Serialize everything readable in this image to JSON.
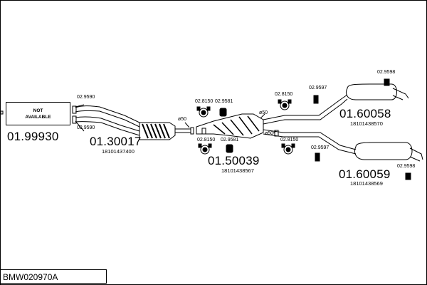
{
  "not_available": {
    "line1": "NOT",
    "line2": "AVAILABLE"
  },
  "parts": {
    "p0199930": "01.99930",
    "p0130017": "01.30017",
    "p0150039": "01.50039",
    "p0160058": "01.60058",
    "p0160059": "01.60059"
  },
  "oem": {
    "o0130017": "18101437400",
    "o0150039": "18101438567",
    "o0160058": "18101438570",
    "o0160059": "18101438569"
  },
  "accessories": {
    "a9590_top": "02.9590",
    "a9590_bottom": "02.9590",
    "a8150_1": "02.8150",
    "a9581_1": "02.9581",
    "a8150_2": "02.8150",
    "a9581_2": "02.9581",
    "a8150_3": "02.8150",
    "a8150_4": "02.8150",
    "a9597_top": "02.9597",
    "a9598_top": "02.9598",
    "a9597_bottom": "02.9597",
    "a9598_bottom": "02.9598"
  },
  "diameters": {
    "d1": "ø50",
    "d2": "ø50",
    "d3": "ø50"
  },
  "footer": {
    "code": "BMW020970A"
  }
}
